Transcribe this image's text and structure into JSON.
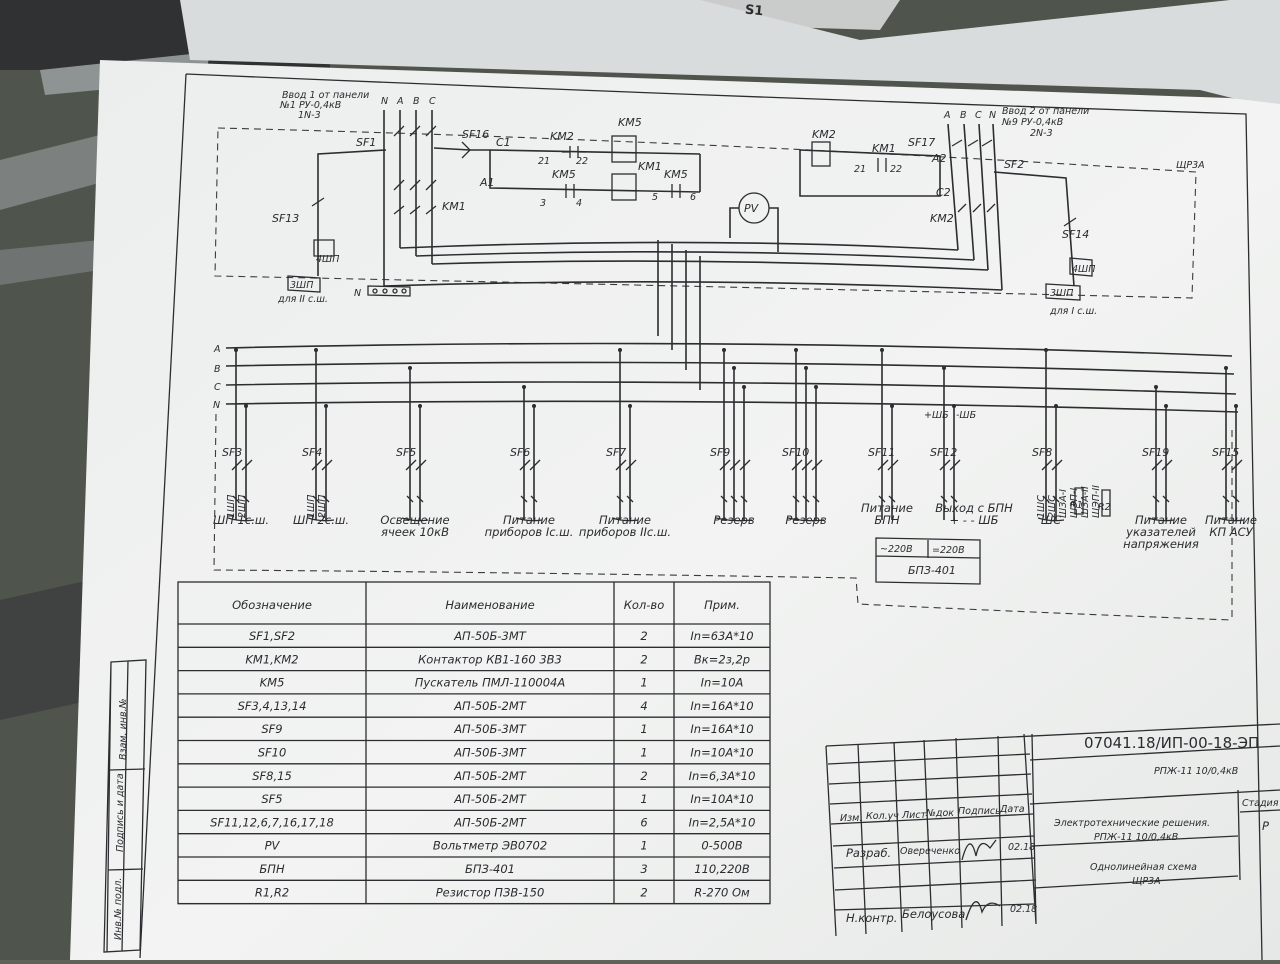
{
  "feeds": {
    "input1": [
      "Ввод 1 от панели",
      "№1 РУ-0,4кВ",
      "1N-3"
    ],
    "input2": [
      "Ввод 2 от панели",
      "№9 РУ-0,4кВ",
      "2N-3"
    ],
    "phases": [
      "N",
      "A",
      "B",
      "C"
    ],
    "phases2": [
      "A",
      "B",
      "C",
      "N"
    ]
  },
  "labels": {
    "sf1": "SF1",
    "sf16": "SF16",
    "sf13": "SF13",
    "sf17": "SF17",
    "sf2": "SF2",
    "sf14": "SF14",
    "km1": "KM1",
    "km2": "KM2",
    "km5": "KM5",
    "c1": "C1",
    "a1": "A1",
    "a2": "A2",
    "c2": "C2",
    "pv": "PV",
    "n": "N",
    "shchza": "ЩР3А",
    "n21": "21",
    "n22": "22",
    "n3": "3",
    "n4": "4",
    "n5": "5",
    "n6": "6",
    "shp4": "4ШП",
    "shp3": "3ШП",
    "for2": "для II с.ш.",
    "for1": "для I с.ш."
  },
  "buses": [
    "A",
    "B",
    "C",
    "N"
  ],
  "feeders": [
    {
      "id": "SF3",
      "caption": [
        "ШП 1с.ш."
      ],
      "cores": [
        "1ШП",
        "2ШП"
      ]
    },
    {
      "id": "SF4",
      "caption": [
        "ШП 2с.ш."
      ],
      "cores": [
        "1ШП",
        "2ШП"
      ]
    },
    {
      "id": "SF5",
      "caption": [
        "Освещение",
        "ячеек 10кВ"
      ],
      "cores": []
    },
    {
      "id": "SF6",
      "caption": [
        "Питание",
        "приборов Iс.ш."
      ],
      "cores": []
    },
    {
      "id": "SF7",
      "caption": [
        "Питание",
        "приборов IIс.ш."
      ],
      "cores": []
    },
    {
      "id": "SF9",
      "caption": [
        "Резерв"
      ],
      "cores": []
    },
    {
      "id": "SF10",
      "caption": [
        "Резерв"
      ],
      "cores": []
    },
    {
      "id": "SF11",
      "caption": [
        "Питание",
        "БПН"
      ],
      "cores": []
    },
    {
      "id": "SF12",
      "caption": [
        "Выход с БПН",
        "+ - - ШБ"
      ],
      "cores": []
    },
    {
      "id": "SF8",
      "caption": [
        "ШС"
      ],
      "cores": [
        "1ШС",
        "2ШС",
        "ШЗА-I",
        "ШЭП-I",
        "ШЗА-II",
        "ШЭП-II"
      ]
    },
    {
      "id": "SF19",
      "caption": [
        "Питание",
        "указателей",
        "напряжения"
      ],
      "cores": []
    },
    {
      "id": "SF15",
      "caption": [
        "Питание",
        "КП АСУ"
      ],
      "cores": []
    }
  ],
  "extras": {
    "plus_shb": "+ШБ",
    "minus_shb": "-ШБ",
    "r1": "R1",
    "r2": "R2"
  },
  "bpz": {
    "name": "БПЗ-401",
    "in": "~220В",
    "out": "=220В"
  },
  "table": {
    "headers": [
      "Обозначение",
      "Наименование",
      "Кол-во",
      "Прим."
    ],
    "rows": [
      [
        "SF1,SF2",
        "АП-50Б-3МТ",
        "2",
        "In=63A*10"
      ],
      [
        "KM1,KM2",
        "Контактор КВ1-160 3В3",
        "2",
        "Вк=2з,2р"
      ],
      [
        "KM5",
        "Пускатель ПМЛ-110004А",
        "1",
        "In=10A"
      ],
      [
        "SF3,4,13,14",
        "АП-50Б-2МТ",
        "4",
        "In=16A*10"
      ],
      [
        "SF9",
        "АП-50Б-3МТ",
        "1",
        "In=16A*10"
      ],
      [
        "SF10",
        "АП-50Б-3МТ",
        "1",
        "In=10A*10"
      ],
      [
        "SF8,15",
        "АП-50Б-2МТ",
        "2",
        "In=6,3A*10"
      ],
      [
        "SF5",
        "АП-50Б-2МТ",
        "1",
        "In=10A*10"
      ],
      [
        "SF11,12,6,7,16,17,18",
        "АП-50Б-2МТ",
        "6",
        "In=2,5A*10"
      ],
      [
        "PV",
        "Вольтметр ЭВ0702",
        "1",
        "0-500В"
      ],
      [
        "БПН",
        "БПЗ-401",
        "3",
        "110,220В"
      ],
      [
        "R1,R2",
        "Резистор ПЗВ-150",
        "2",
        "R-270 Ом"
      ]
    ]
  },
  "side_stamp": [
    "Инв.№ подл.",
    "Подпись и дата",
    "Взам. инв.№"
  ],
  "title_block": {
    "code": "07041.18/ИП-00-18-ЭП",
    "object": "РПЖ-11 10/0,4кВ",
    "headers": [
      "Изм.",
      "Кол.уч",
      "Лист",
      "№док",
      "Подпись",
      "Дата"
    ],
    "razrab_role": "Разраб.",
    "razrab_name": "Овереченко",
    "razrab_date": "02.18",
    "nkontr_role": "Н.контр.",
    "nkontr_name": "Белоусова",
    "nkontr_date": "02.18",
    "doc_title": [
      "Электротехнические решения.",
      "РПЖ-11 10/0,4кВ"
    ],
    "sheet_title": [
      "Однолинейная схема",
      "ЩР3А"
    ],
    "stage_label": "Стадия",
    "stage_value": "Р"
  },
  "corner_text": "S1"
}
